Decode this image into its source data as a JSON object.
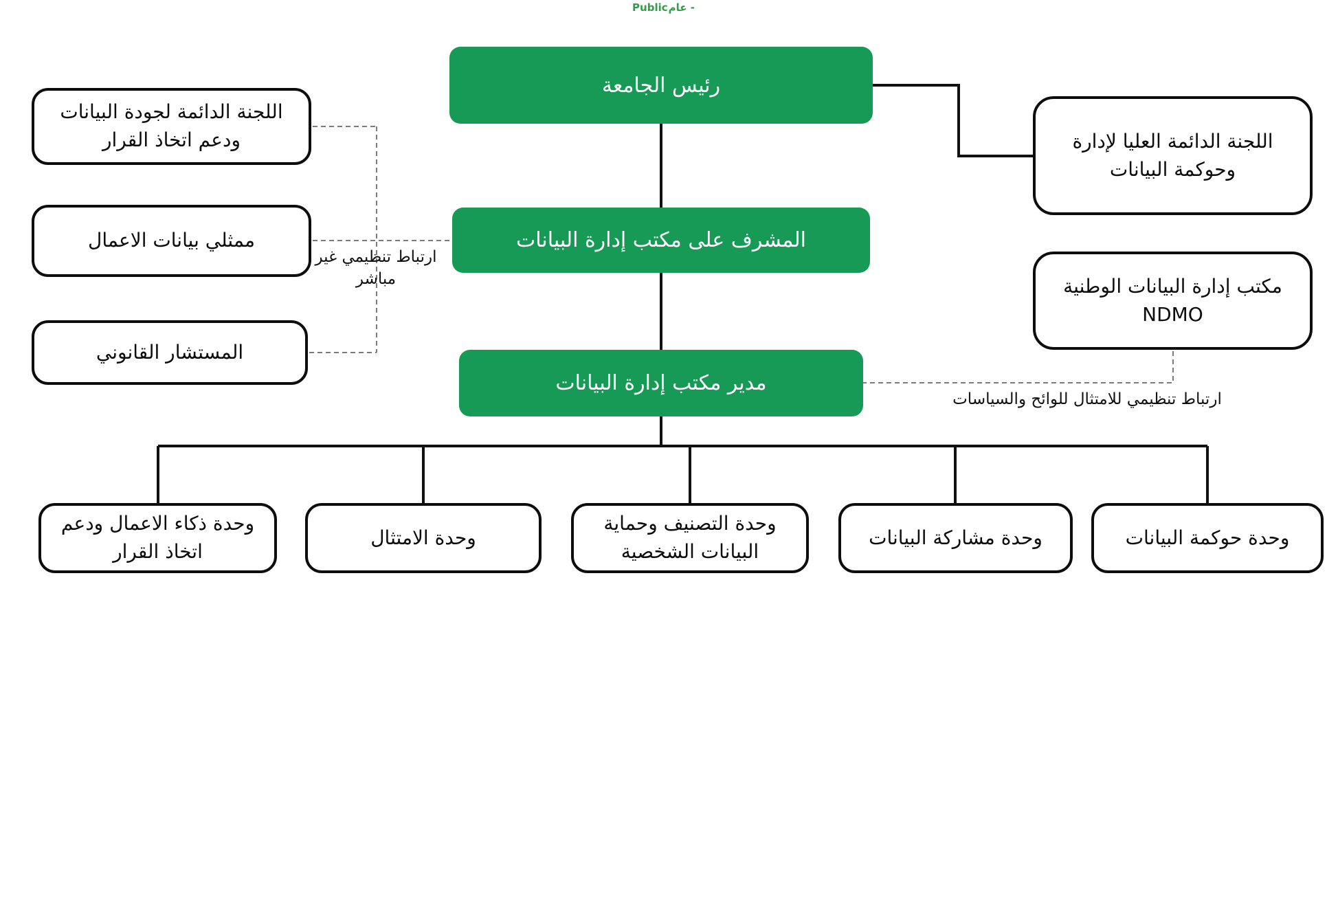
{
  "header": {
    "classification_en": "Public",
    "classification_ar": "عام -"
  },
  "chart": {
    "president": {
      "label": "رئيس الجامعة"
    },
    "supervisor": {
      "label": "المشرف على مكتب إدارة البيانات"
    },
    "director": {
      "label": "مدير مكتب إدارة البيانات"
    },
    "left_boxes": [
      {
        "label": "اللجنة الدائمة لجودة البيانات ودعم اتخاذ القرار"
      },
      {
        "label": "ممثلي بيانات الاعمال"
      },
      {
        "label": "المستشار القانوني"
      }
    ],
    "right_boxes": [
      {
        "label": "اللجنة الدائمة العليا لإدارة وحوكمة البيانات"
      },
      {
        "label": "مكتب إدارة البيانات الوطنية NDMO"
      }
    ],
    "unit_boxes": [
      {
        "label": "وحدة ذكاء الاعمال ودعم اتخاذ القرار"
      },
      {
        "label": "وحدة الامتثال"
      },
      {
        "label": "وحدة التصنيف وحماية البيانات الشخصية"
      },
      {
        "label": "وحدة مشاركة البيانات"
      },
      {
        "label": "وحدة حوكمة البيانات"
      }
    ],
    "connector_labels": {
      "indirect": "ارتباط تنظيمي غير مباشر",
      "compliance": "ارتباط تنظيمي للامتثال للوائح والسياسات"
    },
    "colors": {
      "box_green": "#169a56",
      "header_green": "#2f9e44",
      "solid_line": "#111111",
      "dashed_line": "#7a7a7a"
    }
  }
}
